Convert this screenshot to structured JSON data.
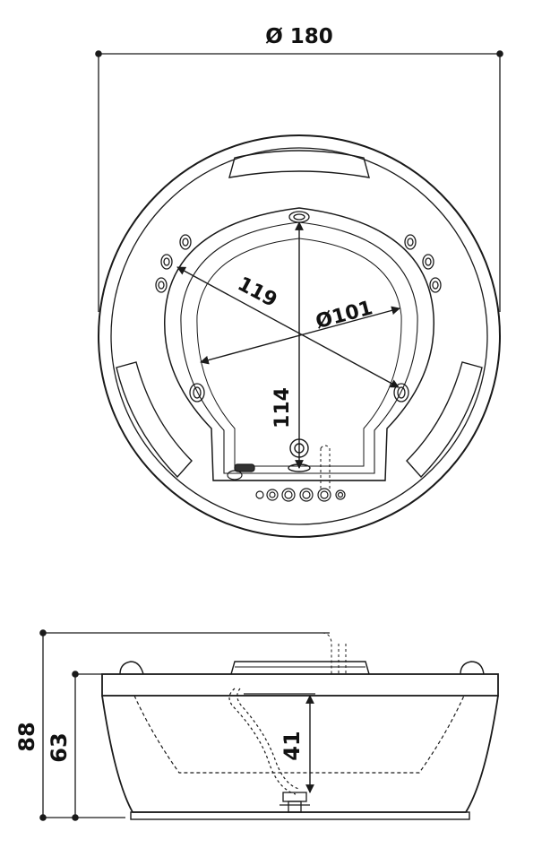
{
  "top_view": {
    "diameter_outer": "Ø 180",
    "diagonal": "119",
    "diameter_inner": "Ø101",
    "depth_to_drain": "114"
  },
  "side_view": {
    "height_total": "88",
    "height_rim": "63",
    "depth_basin": "41"
  },
  "colors": {
    "line": "#1a1a1a",
    "background": "#ffffff"
  }
}
